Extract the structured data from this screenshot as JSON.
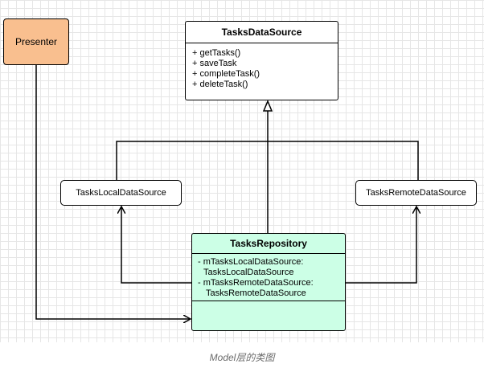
{
  "presenter": {
    "label": "Presenter",
    "color": "#f9bf8f"
  },
  "tasks_data_source": {
    "title": "TasksDataSource",
    "methods": [
      "+ getTasks()",
      "+ saveTask",
      "+ completeTask()",
      "+ deleteTask()"
    ]
  },
  "local_data_source": {
    "label": "TasksLocalDataSource"
  },
  "remote_data_source": {
    "label": "TasksRemoteDataSource"
  },
  "tasks_repository": {
    "title": "TasksRepository",
    "color": "#ccffe6",
    "attributes": [
      "- mTasksLocalDataSource:",
      "TasksLocalDataSource",
      "- mTasksRemoteDataSource:",
      "TasksRemoteDataSource"
    ]
  },
  "caption": "Model层的类图"
}
